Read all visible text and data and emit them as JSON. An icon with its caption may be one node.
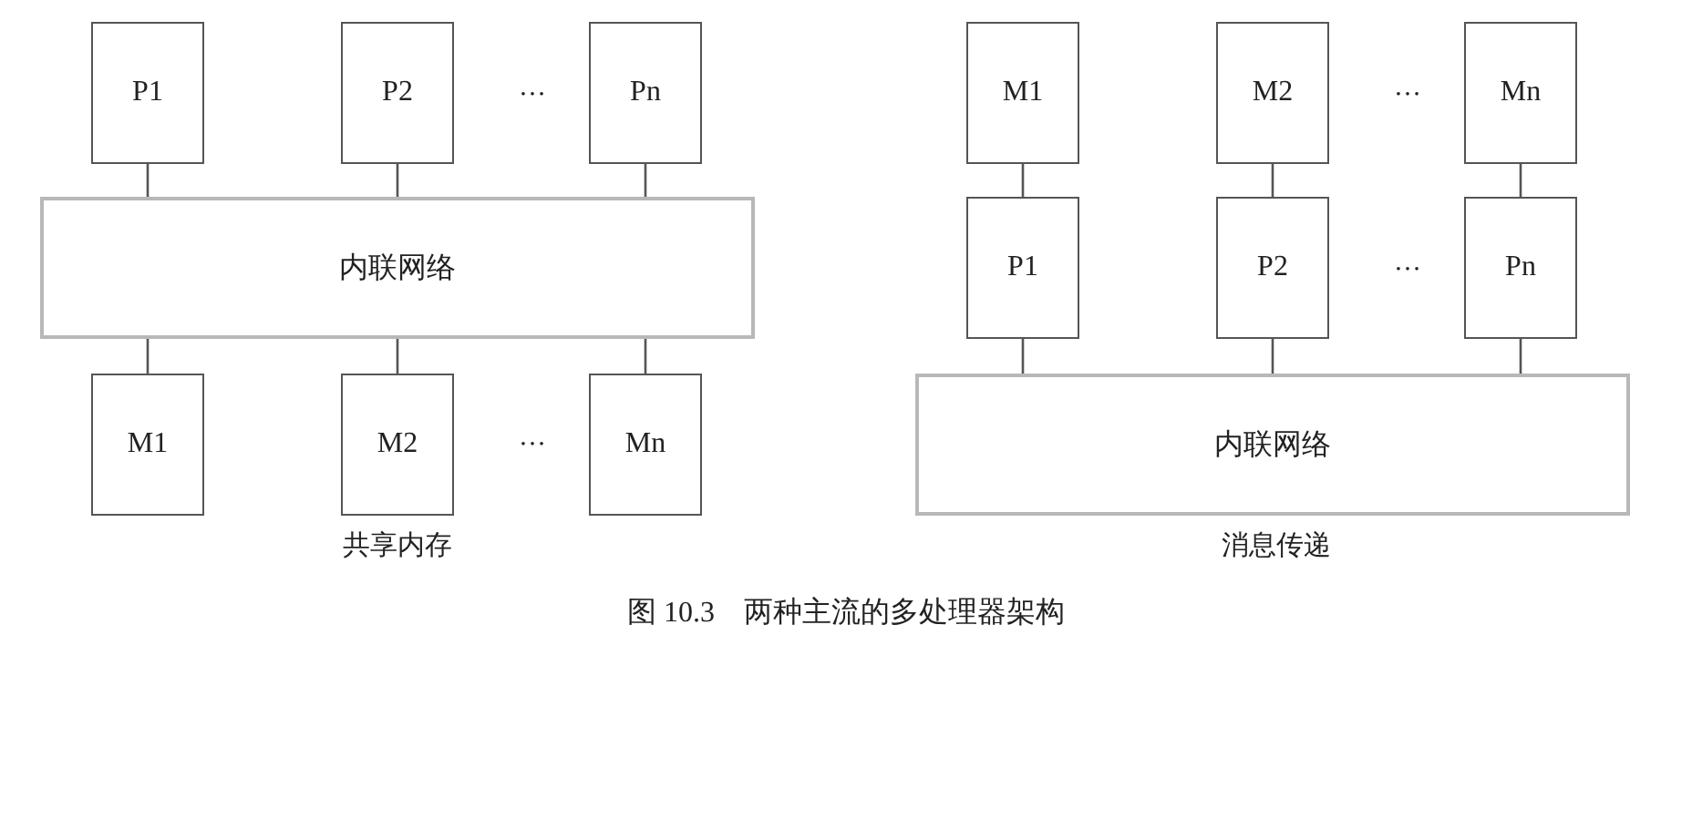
{
  "diagram": {
    "caption": "图 10.3　两种主流的多处理器架构",
    "nodes": [
      {
        "text": [
          "P1"
        ]
      },
      {
        "text": [
          "P2"
        ]
      },
      {
        "text": [
          "Pn"
        ]
      },
      {
        "text": [
          "内联网络"
        ]
      },
      {
        "text": [
          "M1"
        ]
      },
      {
        "text": [
          "M2"
        ]
      },
      {
        "text": [
          "Mn"
        ]
      },
      {
        "text": [
          "M1"
        ]
      },
      {
        "text": [
          "M2"
        ]
      },
      {
        "text": [
          "Mn"
        ]
      },
      {
        "text": [
          "P1"
        ]
      },
      {
        "text": [
          "P2"
        ]
      },
      {
        "text": [
          "Pn"
        ]
      },
      {
        "text": [
          "内联网络"
        ]
      }
    ],
    "edges": [
      {
        "from": 0,
        "to": 3,
        "arrow": "none"
      },
      {
        "from": 1,
        "to": 3,
        "arrow": "none"
      },
      {
        "from": 2,
        "to": 3,
        "arrow": "none"
      },
      {
        "from": 3,
        "to": 4,
        "arrow": "none"
      },
      {
        "from": 3,
        "to": 5,
        "arrow": "none"
      },
      {
        "from": 3,
        "to": 6,
        "arrow": "none"
      },
      {
        "from": 7,
        "to": 10,
        "arrow": "none"
      },
      {
        "from": 8,
        "to": 11,
        "arrow": "none"
      },
      {
        "from": 9,
        "to": 12,
        "arrow": "none"
      },
      {
        "from": 10,
        "to": 13,
        "arrow": "none"
      },
      {
        "from": 11,
        "to": 13,
        "arrow": "none"
      },
      {
        "from": 12,
        "to": 13,
        "arrow": "none"
      }
    ],
    "labels": [
      "…",
      "…",
      "…",
      "…",
      "共享内存",
      "消息传递"
    ]
  }
}
